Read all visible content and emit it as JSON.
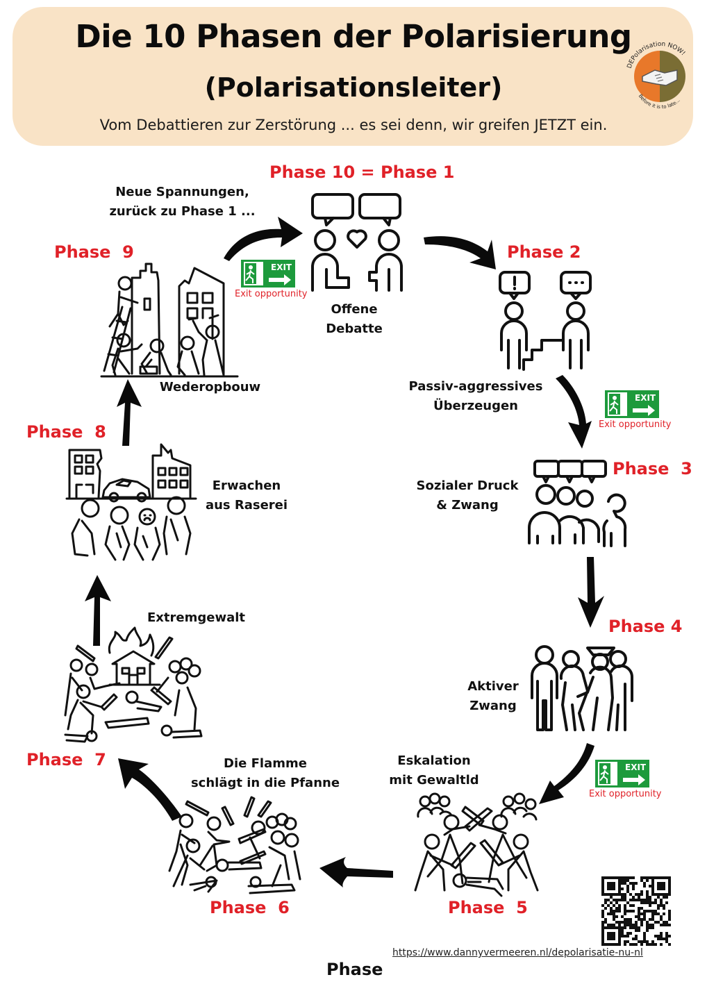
{
  "header": {
    "title": "Die 10 Phasen der Polarisierung",
    "subtitle": "(Polarisationsleiter)",
    "tagline": "Vom Debattieren zur Zerstörung ... es sei denn, wir greifen JETZT ein.",
    "background_color": "#f9e3c6"
  },
  "logo": {
    "top_text": "DEPolarisation NOW!",
    "bottom_text": "Before it is to late...",
    "icon": "handshake-icon",
    "colors": [
      "#e8782a",
      "#7a6d34"
    ]
  },
  "accent_color": "#e02128",
  "phases": [
    {
      "id": "phase-1",
      "label": "Phase 10 = Phase 1",
      "description": "Offene\nDebatte",
      "icon": "dialogue-heart-icon"
    },
    {
      "id": "phase-2",
      "label": "Phase 2",
      "description": "Passiv-aggressives\nÜberzeugen",
      "icon": "stairs-persuasion-icon"
    },
    {
      "id": "phase-3",
      "label": "Phase  3",
      "description": "Sozialer Druck\n& Zwang",
      "icon": "group-pressure-icon"
    },
    {
      "id": "phase-4",
      "label": "Phase 4",
      "description": "Aktiver\nZwang",
      "icon": "police-coercion-icon"
    },
    {
      "id": "phase-5",
      "label": "Phase  5",
      "description": "Eskalation\nmit  Gewaltld",
      "icon": "fight-bats-icon"
    },
    {
      "id": "phase-6",
      "label": "Phase  6",
      "description": "Die Flamme\nschlägt in die Pfanne",
      "icon": "riot-icon"
    },
    {
      "id": "phase-7",
      "label": "Phase  7",
      "description": "Extremgewalt",
      "icon": "burning-house-icon"
    },
    {
      "id": "phase-8",
      "label": "Phase  8",
      "description": "Erwachen\naus Raserei",
      "icon": "ruins-grief-icon"
    },
    {
      "id": "phase-9",
      "label": "Phase  9",
      "description": "Wederopbouw",
      "icon": "rebuilding-icon"
    }
  ],
  "return_note": "Neue Spannungen,\nzurück zu Phase 1 ...",
  "exits": [
    {
      "sign": "EXIT",
      "label": "Exit opportunity",
      "icon": "exit-sign-icon"
    },
    {
      "sign": "EXIT",
      "label": "Exit opportunity",
      "icon": "exit-sign-icon"
    },
    {
      "sign": "EXIT",
      "label": "Exit opportunity",
      "icon": "exit-sign-icon"
    }
  ],
  "exit_color": "#1d9a3c",
  "footer": {
    "url": "https://www.dannyvermeeren.nl/depolarisatie-nu-nl",
    "label": "Phase",
    "qr_icon": "qr-code-icon"
  }
}
